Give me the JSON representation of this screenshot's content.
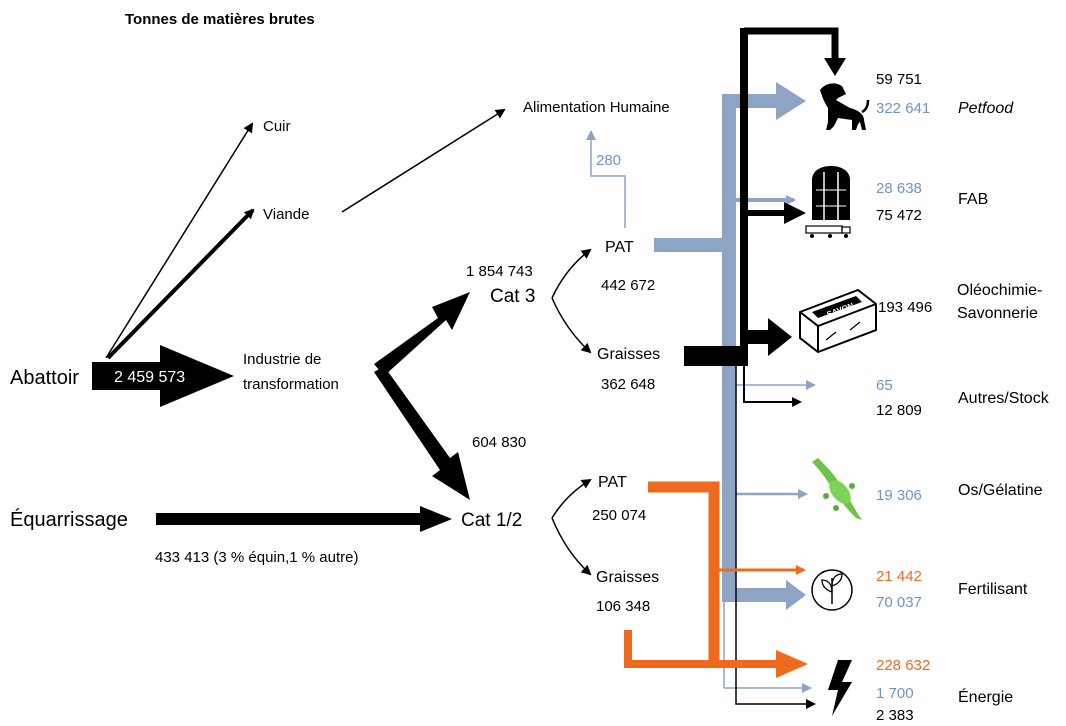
{
  "title": "Tonnes de matières brutes",
  "colors": {
    "black": "#000000",
    "blue": "#8ea4c4",
    "blue_text": "#6f93c9",
    "orange": "#ee6a1f",
    "green": "#6cc24a"
  },
  "sources": {
    "abattoir": {
      "label": "Abattoir",
      "value": "2 459 573"
    },
    "equarrissage": {
      "label": "Équarrissage",
      "value": "433 413 (3 % équin,1 % autre)"
    }
  },
  "products": {
    "cuir": "Cuir",
    "viande": "Viande",
    "alimentation": "Alimentation Humaine",
    "to_food_value": "280"
  },
  "industrie": {
    "line1": "Industrie de",
    "line2": "transformation"
  },
  "cat3": {
    "label": "Cat 3",
    "value": "1 854 743",
    "pat": {
      "label": "PAT",
      "value": "442 672"
    },
    "graisses": {
      "label": "Graisses",
      "value": "362 648"
    }
  },
  "cat12": {
    "label": "Cat 1/2",
    "value": "604 830",
    "pat": {
      "label": "PAT",
      "value": "250 074"
    },
    "graisses": {
      "label": "Graisses",
      "value": "106 348"
    }
  },
  "destinations": {
    "petfood": {
      "label": "Petfood",
      "black": "59 751",
      "blue": "322 641",
      "icon": "dog-icon"
    },
    "fab": {
      "label": "FAB",
      "blue": "28 638",
      "black": "75 472",
      "icon": "silo-truck-icon"
    },
    "oleo": {
      "line1": "Oléochimie-",
      "line2": "Savonnerie",
      "black": "193 496",
      "icon": "soap-icon",
      "soap_text": "SAVON"
    },
    "autres": {
      "label": "Autres/Stock",
      "blue": "65",
      "black": "12 809"
    },
    "os": {
      "label": "Os/Gélatine",
      "blue": "19 306",
      "icon": "crocodile-candy-icon"
    },
    "fert": {
      "label": "Fertilisant",
      "orange": "21 442",
      "blue": "70 037",
      "icon": "sprout-icon"
    },
    "energie": {
      "label": "Énergie",
      "orange": "228 632",
      "blue": "1 700",
      "black": "2 383",
      "icon": "lightning-icon"
    }
  }
}
